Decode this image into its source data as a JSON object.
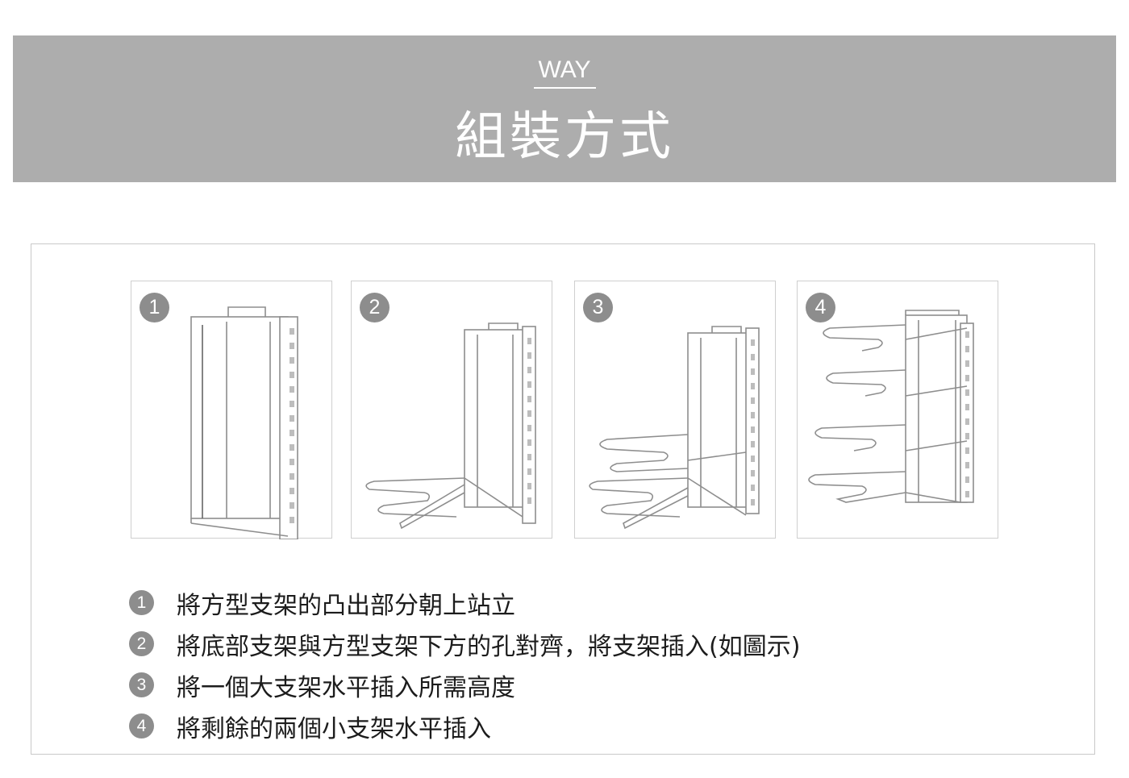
{
  "header": {
    "subtitle": "WAY",
    "title": "組裝方式"
  },
  "panels": [
    {
      "number": "1"
    },
    {
      "number": "2"
    },
    {
      "number": "3"
    },
    {
      "number": "4"
    }
  ],
  "steps": [
    {
      "number": "1",
      "text": "將方型支架的凸出部分朝上站立"
    },
    {
      "number": "2",
      "text": "將底部支架與方型支架下方的孔對齊，將支架插入(如圖示)"
    },
    {
      "number": "3",
      "text": "將一個大支架水平插入所需高度"
    },
    {
      "number": "4",
      "text": "將剩餘的兩個小支架水平插入"
    }
  ],
  "colors": {
    "banner": "#adadad",
    "badge": "#8d8d8d",
    "wire": "#8e8e8e"
  }
}
